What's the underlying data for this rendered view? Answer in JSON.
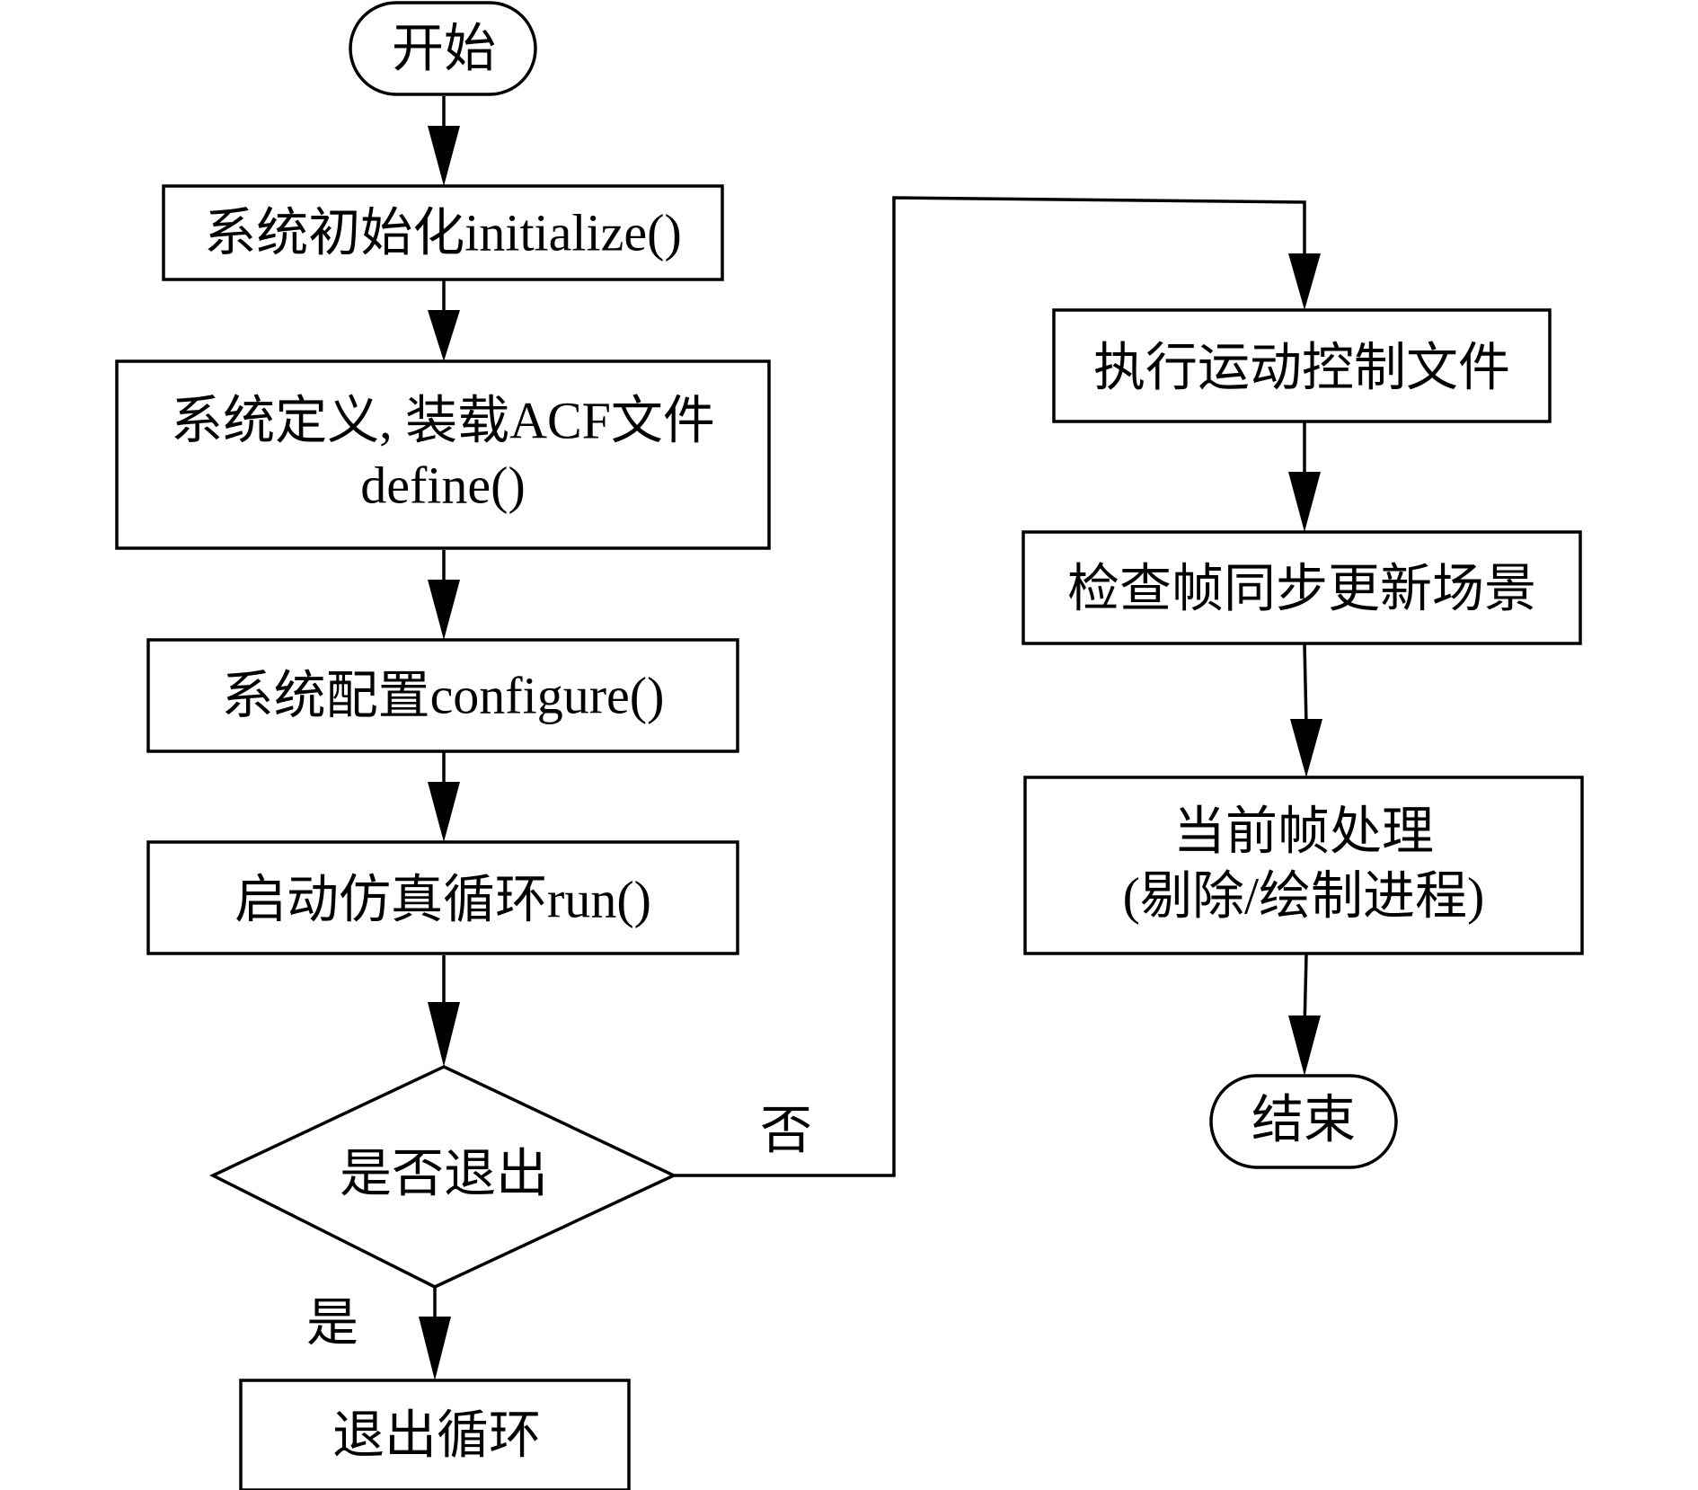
{
  "nodes": {
    "start": "开始",
    "init": "系统初始化initialize()",
    "define": [
      "系统定义, 装载ACF文件",
      "define()"
    ],
    "configure": "系统配置configure()",
    "run": "启动仿真循环run()",
    "decision": "是否退出",
    "exit_loop": "退出循环",
    "execute": "执行运动控制文件",
    "check": "检查帧同步更新场景",
    "process": [
      "当前帧处理",
      "(剔除/绘制进程)"
    ],
    "end": "结束"
  },
  "edge_labels": {
    "no": "否",
    "yes": "是"
  }
}
